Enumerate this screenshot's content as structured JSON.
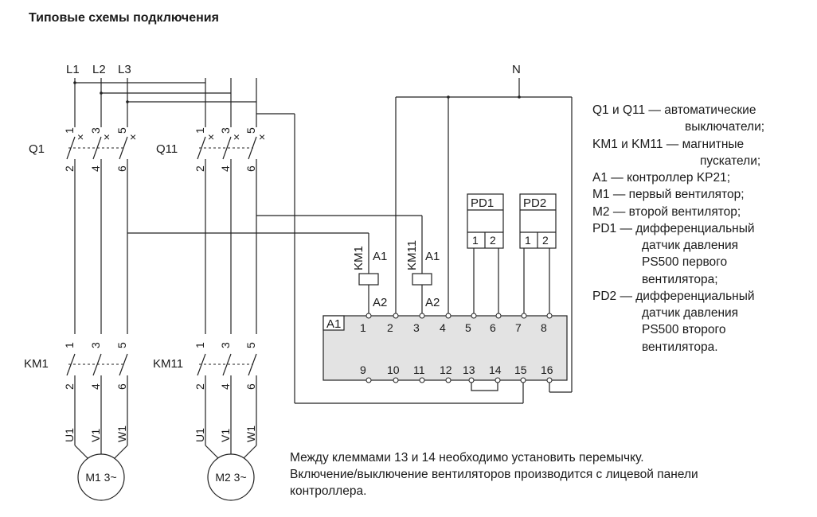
{
  "title": "Типовые схемы подключения",
  "lines": {
    "l1": "L1",
    "l2": "L2",
    "l3": "L3",
    "n": "N"
  },
  "breakers": [
    {
      "name": "Q1",
      "top": [
        "1",
        "3",
        "5"
      ],
      "bottom": [
        "2",
        "4",
        "6"
      ]
    },
    {
      "name": "Q11",
      "top": [
        "1",
        "3",
        "5"
      ],
      "bottom": [
        "2",
        "4",
        "6"
      ]
    }
  ],
  "starters": [
    {
      "name": "KM1",
      "top": [
        "1",
        "3",
        "5"
      ],
      "bottom": [
        "2",
        "4",
        "6"
      ],
      "coil": "KM1"
    },
    {
      "name": "KM11",
      "top": [
        "1",
        "3",
        "5"
      ],
      "bottom": [
        "2",
        "4",
        "6"
      ],
      "coil": "KM11"
    }
  ],
  "coil_terminals": {
    "a1": "A1",
    "a2": "A2"
  },
  "phases": [
    "U1",
    "V1",
    "W1"
  ],
  "motors": [
    "M1 3~",
    "M2 3~"
  ],
  "sensors": [
    {
      "name": "PD1",
      "t1": "1",
      "t2": "2"
    },
    {
      "name": "PD2",
      "t1": "1",
      "t2": "2"
    }
  ],
  "controller": {
    "name": "A1",
    "top_terminals": [
      "1",
      "2",
      "3",
      "4",
      "5",
      "6",
      "7",
      "8"
    ],
    "bottom_terminals": [
      "9",
      "10",
      "11",
      "12",
      "13",
      "14",
      "15",
      "16"
    ]
  },
  "legend": [
    "Q1 и Q11  — автоматические",
    "выключатели;",
    "KM1 и KM11 — магнитные",
    "пускатели;",
    "A1 — контроллер KP21;",
    "M1 — первый вентилятор;",
    "M2 — второй вентилятор;",
    "PD1 — дифференциальный",
    "датчик давления",
    "PS500 первого",
    "вентилятора;",
    "PD2 — дифференциальный",
    "датчик давления",
    "PS500 второго",
    "вентилятора."
  ],
  "note": [
    "Между клеммами 13 и 14 необходимо установить перемычку.",
    "Включение/выключение вентиляторов производится с лицевой панели",
    "контроллера."
  ]
}
